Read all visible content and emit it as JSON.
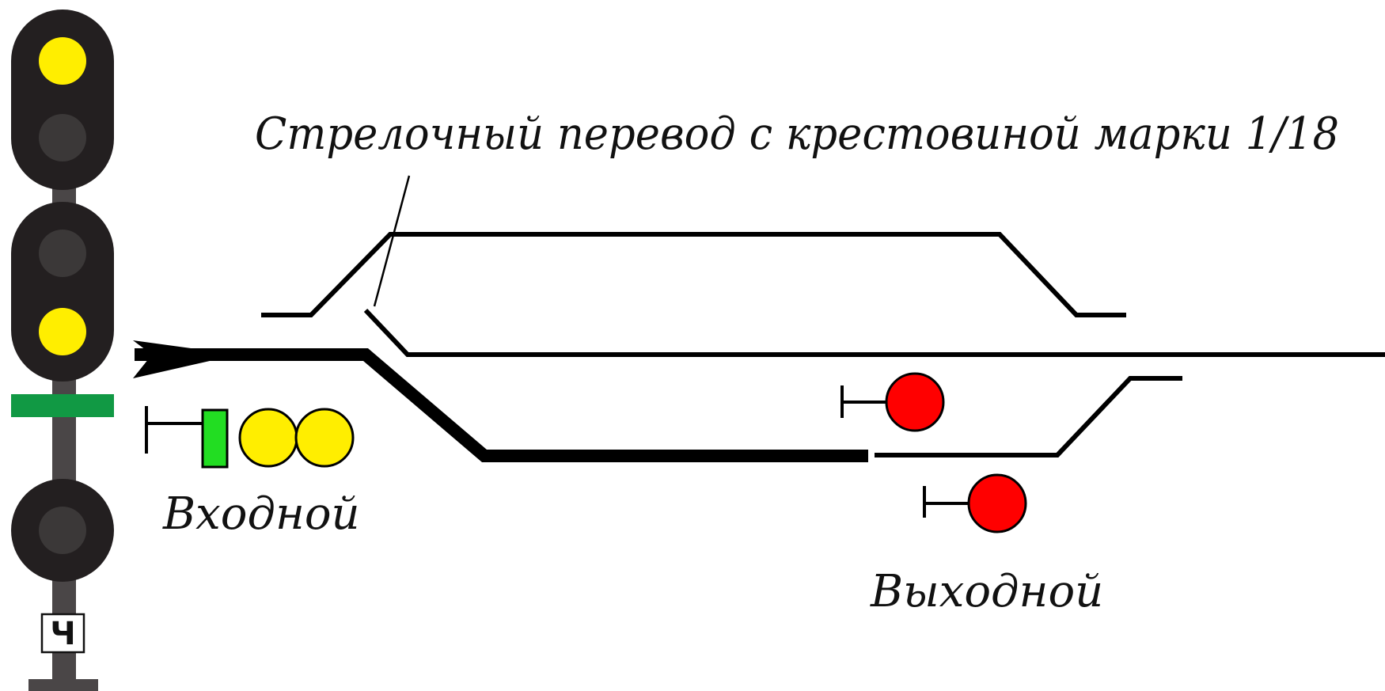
{
  "labels": {
    "switch_caption": "Стрелочный перевод с крестовиной марки 1/18",
    "entry_signal": "Входной",
    "exit_signal": "Выходной",
    "plate_letter": "Ч"
  },
  "colors": {
    "track": "#000000",
    "signal_body": "#231f20",
    "lamp_off": "#3b3838",
    "lamp_yellow": "#ffee00",
    "lamp_red": "#ff0000",
    "lamp_green": "#22dd22",
    "mast": "#4a4647",
    "mast_band": "#119944"
  },
  "mast_signal": {
    "upper_head": [
      "yellow",
      "off"
    ],
    "lower_head": [
      "off",
      "yellow",
      "off"
    ]
  },
  "entry_signal_lamps": [
    "green",
    "yellow",
    "yellow"
  ],
  "exit_signal_lamps": [
    "red",
    "red"
  ]
}
